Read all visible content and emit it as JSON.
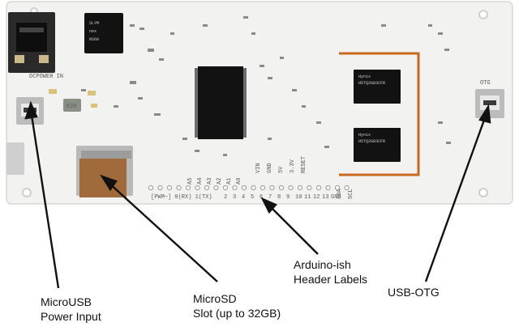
{
  "photo": {
    "colors": {
      "background": "#ffffff",
      "board": "#f2f2f0",
      "board_edge": "#d8d8d4",
      "chip": "#121212",
      "trace": "#c8691d",
      "metal": "#b9b9b9",
      "arrow": "#111111"
    },
    "board_silkscreen": {
      "dc_power": "DCPOWER IN",
      "otg": "OTG",
      "reset": "RESET",
      "voltage_5v": "5V",
      "voltage_33v": "3.3V",
      "gnd": "GND",
      "vin": "VIN",
      "pwm_header": "[PWM~] 0(RX) 1(TX)",
      "analog_pins": [
        "A5",
        "A4",
        "A3",
        "A2",
        "A1",
        "A0"
      ],
      "digital_pins": [
        "2",
        "3",
        "4",
        "5",
        "6",
        "7",
        "8",
        "9",
        "10",
        "11",
        "12",
        "13",
        "GND"
      ],
      "sda": "SDA",
      "scl": "SCL",
      "inductor": "K20",
      "magnetics_line1": "SLYM",
      "magnetics_line2": "nex",
      "magnetics_line3": "NS68",
      "ram_chip_line1": "Hynix",
      "ram_chip_line2": "H5TQ2G83CFR"
    },
    "labels": {
      "power": [
        "MicroUSB",
        "Power Input"
      ],
      "microsd": [
        "MicroSD",
        "Slot (up to 32GB)"
      ],
      "headers": [
        "Arduino-ish",
        "Header Labels"
      ],
      "otg": "USB-OTG"
    },
    "icons": {
      "arrow": "arrow-icon"
    }
  }
}
